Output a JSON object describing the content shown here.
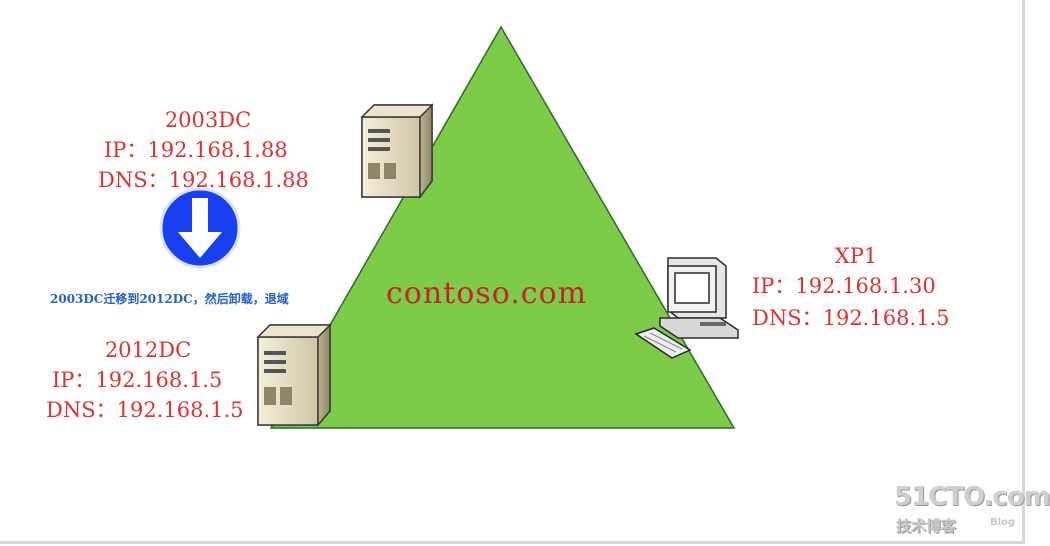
{
  "domain_label": "contoso.com",
  "servers": [
    {
      "name": "2003DC",
      "ip": "IP：192.168.1.88",
      "dns": "DNS：192.168.1.88"
    },
    {
      "name": "2012DC",
      "ip": "IP：192.168.1.5",
      "dns": "DNS：192.168.1.5"
    }
  ],
  "client": {
    "name": "XP1",
    "ip": "IP：192.168.1.30",
    "dns": "DNS：192.168.1.5"
  },
  "migration_note": "2003DC迁移到2012DC，然后卸载，退域",
  "watermark": {
    "logo": "51CTO.com",
    "sub": "技术博客",
    "blog": "Blog"
  },
  "colors": {
    "triangle": "#7ccc4a",
    "label_text": "#e23030",
    "note_text": "#2560c8",
    "arrow_circle": "#1840f0"
  },
  "icons": [
    "server-icon",
    "down-arrow-icon",
    "workstation-icon",
    "keyboard-icon"
  ]
}
